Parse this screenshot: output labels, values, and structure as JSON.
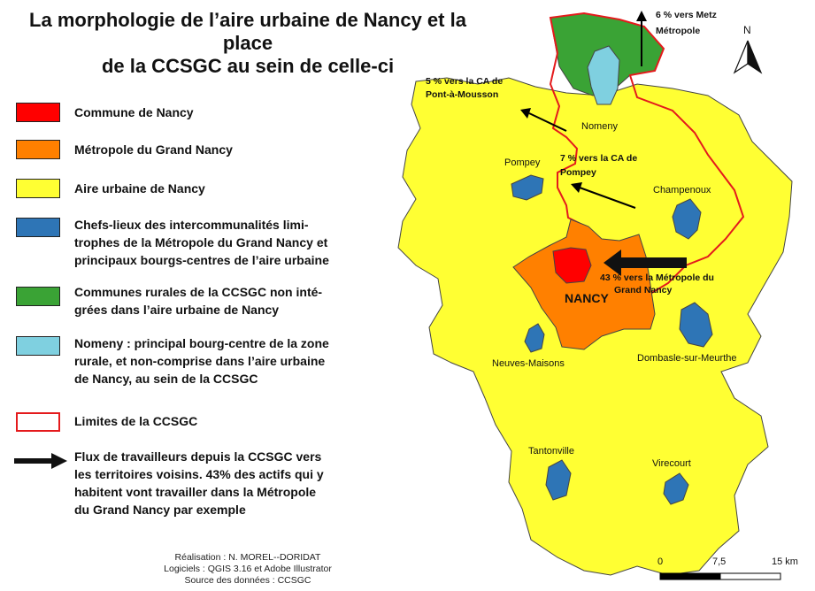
{
  "title": {
    "line1": "La morphologie de l’aire urbaine de Nancy et  la place",
    "line2": "de la CCSGC au sein de celle-ci"
  },
  "legend": {
    "items": [
      {
        "label": "Commune de Nancy",
        "color": "#ff0000"
      },
      {
        "label": "Métropole du Grand Nancy",
        "color": "#ff8000"
      },
      {
        "label": "Aire urbaine de Nancy",
        "color": "#ffff33"
      },
      {
        "label": "Chefs-lieux des intercommunalités limi-\ntrophes de la Métropole du Grand Nancy et\nprincipaux bourgs-centres de l’aire urbaine",
        "color": "#2e75b6"
      },
      {
        "label": "Communes rurales de la CCSGC non inté-\ngrées dans l’aire urbaine de Nancy",
        "color": "#3aa335"
      },
      {
        "label": "Nomeny : principal bourg-centre de la zone\nrurale, et non-comprise dans l’aire urbaine\nde Nancy, au sein de la CCSGC",
        "color": "#7fd0e0"
      },
      {
        "label": "Limites de la CCSGC",
        "color": "#e41a1c"
      },
      {
        "label": "Flux de travailleurs depuis la CCSGC vers\nles territoires voisins. 43% des actifs qui y\nhabitent vont travailler dans la Métropole\ndu Grand Nancy par exemple",
        "color": "#000000"
      }
    ]
  },
  "credits": {
    "line1": "Réalisation : N. MOREL--DORIDAT",
    "line2": "Logiciels : QGIS 3.16 et Adobe Illustrator",
    "line3": "Source des données : CCSGC"
  },
  "map": {
    "places": {
      "nomeny": "Nomeny",
      "pompey": "Pompey",
      "champenoux": "Champenoux",
      "nancy": "NANCY",
      "neuves_maisons": "Neuves-Maisons",
      "dombasle": "Dombasle-sur-Meurthe",
      "tantonville": "Tantonville",
      "virecourt": "Virecourt"
    },
    "flows": {
      "metz_1": "6 % vers Metz",
      "metz_2": "Métropole",
      "pam_1": "5 % vers la CA de",
      "pam_2": "Pont-à-Mousson",
      "pompey_1": "7 % vers la CA de",
      "pompey_2": "Pompey",
      "nancy_1": "43 % vers la Métropole du",
      "nancy_2": "Grand Nancy"
    },
    "north_label": "N",
    "scale": {
      "tick0": "0",
      "tick1": "7,5",
      "tick2": "15 km"
    }
  }
}
